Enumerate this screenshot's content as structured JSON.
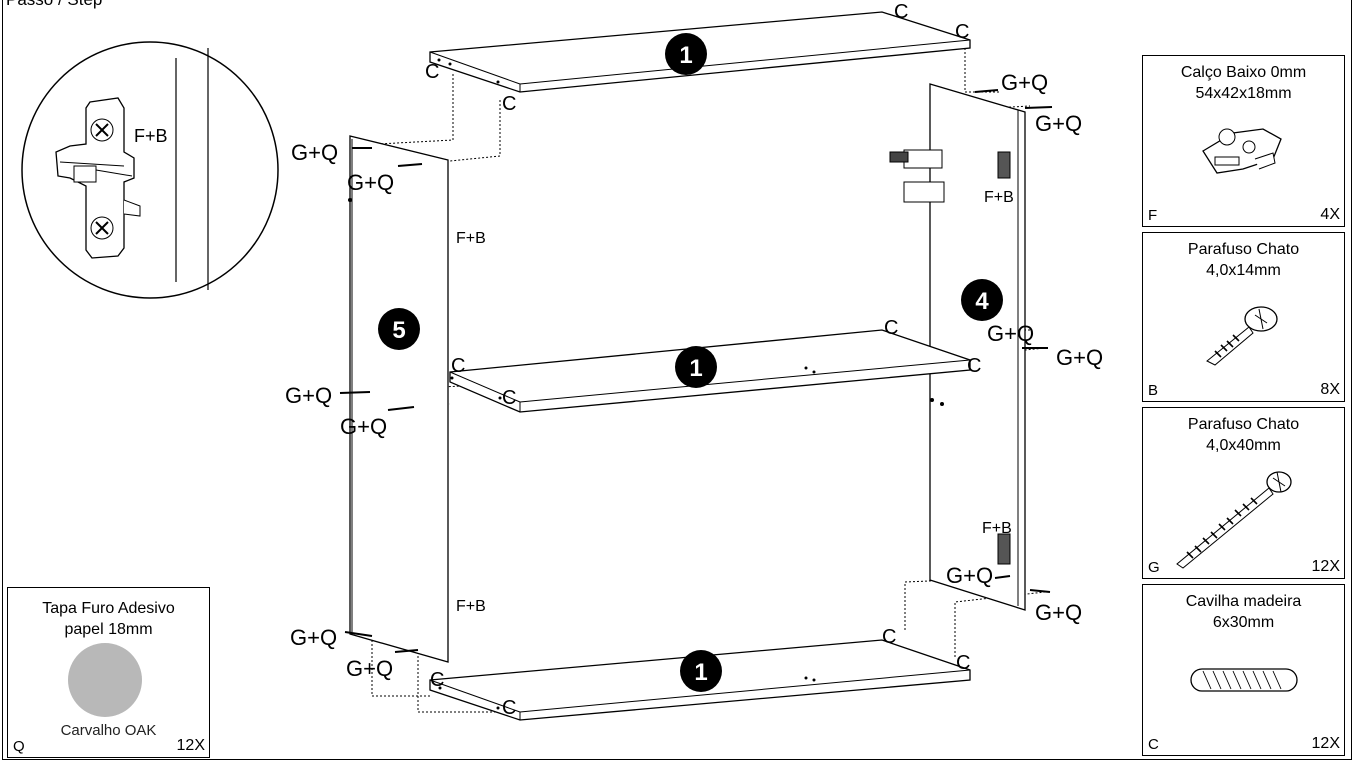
{
  "step_title": "Passo / Step",
  "detail": {
    "label": "F+B"
  },
  "panel_labels": {
    "c": "C",
    "gq": "G+Q",
    "fb": "F+B"
  },
  "callouts": {
    "shelf_top": "1",
    "shelf_middle": "1",
    "shelf_bottom": "1",
    "side_left": "5",
    "side_right": "4"
  },
  "parts": [
    {
      "code": "F",
      "name_line1": "Calço Baixo 0mm",
      "name_line2": "54x42x18mm",
      "qty": "4X",
      "icon": "hinge-plate-icon"
    },
    {
      "code": "B",
      "name_line1": "Parafuso Chato",
      "name_line2": "4,0x14mm",
      "qty": "8X",
      "icon": "short-screw-icon"
    },
    {
      "code": "G",
      "name_line1": "Parafuso Chato",
      "name_line2": "4,0x40mm",
      "qty": "12X",
      "icon": "long-screw-icon"
    },
    {
      "code": "C",
      "name_line1": "Cavilha madeira",
      "name_line2": "6x30mm",
      "qty": "12X",
      "icon": "wood-dowel-icon"
    }
  ],
  "cap_part": {
    "code": "Q",
    "name_line1": "Tapa Furo Adesivo",
    "name_line2": "papel 18mm",
    "finish": "Carvalho OAK",
    "qty": "12X",
    "swatch_color": "#b8b8b8",
    "icon": "adhesive-cap-icon"
  }
}
